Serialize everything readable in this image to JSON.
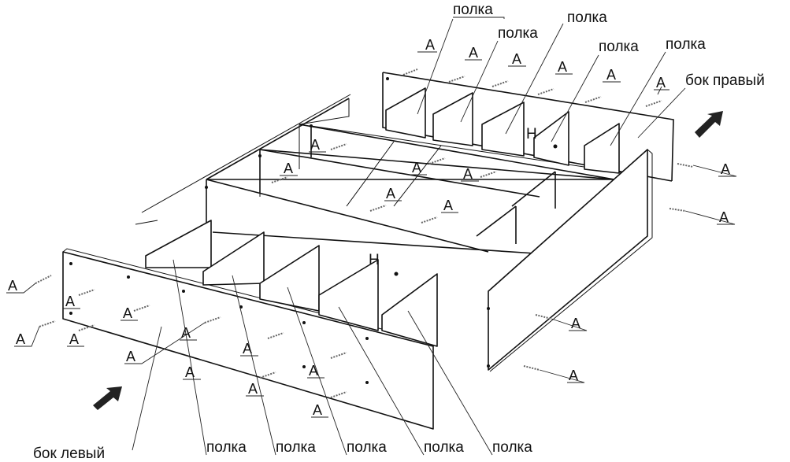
{
  "labels": {
    "shelf": "полка",
    "side_right": "бок правый",
    "side_left": "бок левый",
    "fastener_a": "A",
    "fastener_h": "H"
  },
  "colors": {
    "line": "#111111",
    "background": "#ffffff",
    "arrow": "#222222"
  },
  "icons": {
    "direction_arrow": "assembly-arrow-icon"
  }
}
